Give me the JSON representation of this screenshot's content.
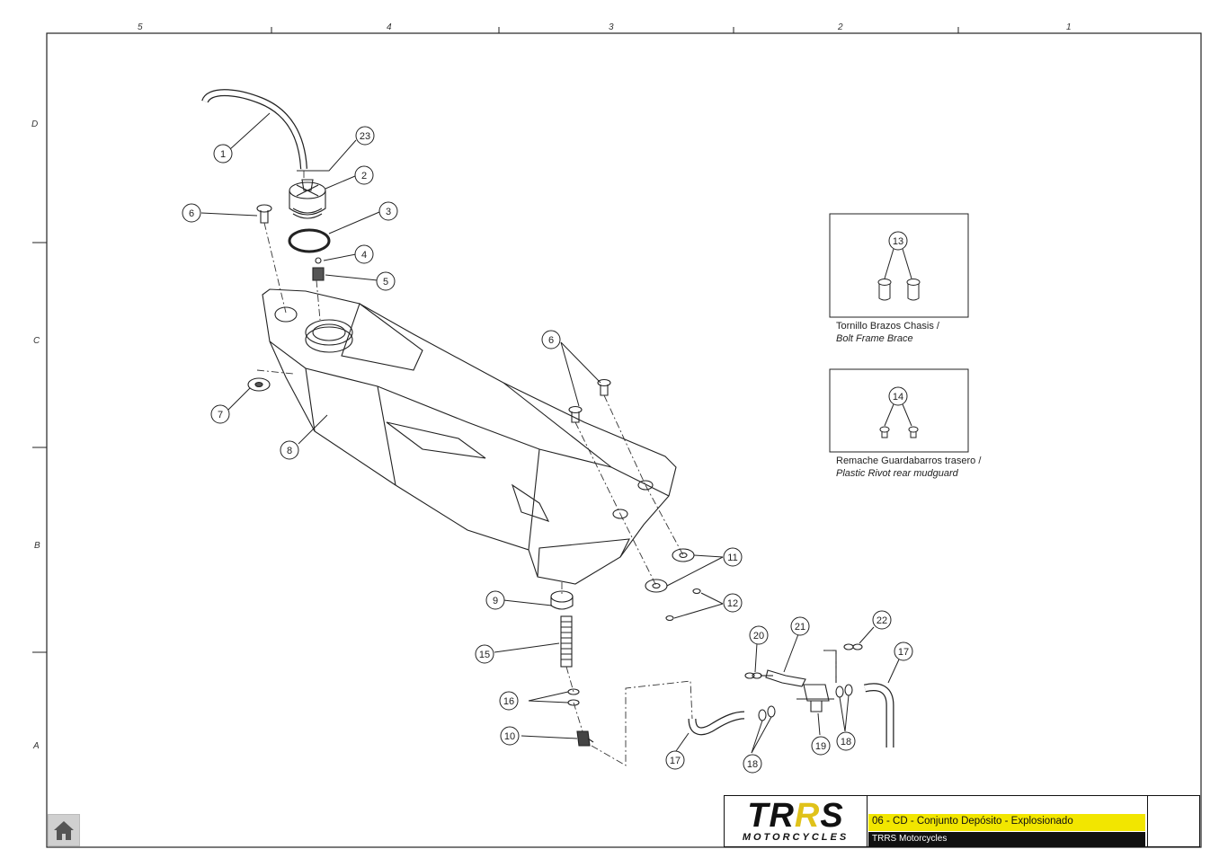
{
  "grid": {
    "columns": [
      "5",
      "4",
      "3",
      "2",
      "1"
    ],
    "rows": [
      "D",
      "C",
      "B",
      "A"
    ]
  },
  "callouts": {
    "c1": "1",
    "c23": "23",
    "c2": "2",
    "c3": "3",
    "c4": "4",
    "c5": "5",
    "c6a": "6",
    "c6b": "6",
    "c7": "7",
    "c8": "8",
    "c9": "9",
    "c10": "10",
    "c11": "11",
    "c12": "12",
    "c15": "15",
    "c16": "16",
    "c17a": "17",
    "c17b": "17",
    "c18a": "18",
    "c18b": "18",
    "c19": "19",
    "c20": "20",
    "c21": "21",
    "c22": "22"
  },
  "details": {
    "d13": {
      "number": "13",
      "caption_es": "Tornillo Brazos Chasis /",
      "caption_en": "Bolt Frame Brace"
    },
    "d14": {
      "number": "14",
      "caption_es": "Remache Guardabarros trasero /",
      "caption_en": "Plastic Rivot rear mudguard"
    }
  },
  "title_block": {
    "logo_main": "TR",
    "logo_r": "R",
    "logo_s": "S",
    "logo_sub": "MOTORCYCLES",
    "title": "06 - CD - Conjunto Depósito - Explosionado",
    "subtitle": "TRRS Motorcycles",
    "highlight_color": "#f2e600",
    "brand_icon": "trrs-shield-icon"
  },
  "nav": {
    "home_icon": "home-icon"
  }
}
